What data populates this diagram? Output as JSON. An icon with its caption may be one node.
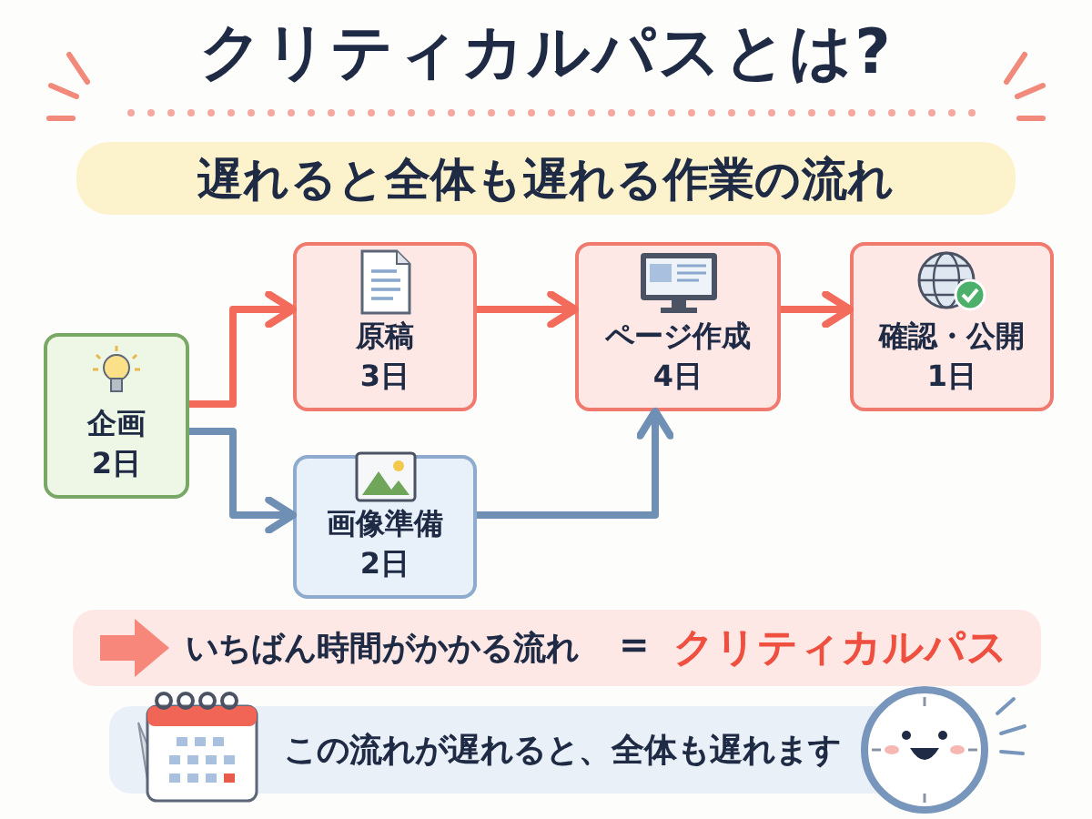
{
  "diagram": {
    "title": "クリティカルパスとは?",
    "nodes": [
      {
        "text": [
          "企画",
          "2日"
        ]
      },
      {
        "text": [
          "原稿",
          "3日"
        ]
      },
      {
        "text": [
          "ページ作成",
          "4日"
        ]
      },
      {
        "text": [
          "確認・公開",
          "1日"
        ]
      },
      {
        "text": [
          "画像準備",
          "2日"
        ]
      }
    ],
    "edges": [
      {
        "from": 0,
        "to": 1,
        "arrow": "to"
      },
      {
        "from": 1,
        "to": 2,
        "arrow": "to"
      },
      {
        "from": 2,
        "to": 3,
        "arrow": "to"
      },
      {
        "from": 0,
        "to": 4,
        "arrow": "to",
        "color": "#6f8fb5"
      },
      {
        "from": 4,
        "to": 2,
        "arrow": "to",
        "color": "#6f8fb5"
      }
    ],
    "labels": [
      "遅れると全体も遅れる作業の流れ",
      "いちばん時間がかかる流れ",
      "=",
      "クリティカルパス",
      "この流れが遅れると、全体も遅れます"
    ]
  }
}
